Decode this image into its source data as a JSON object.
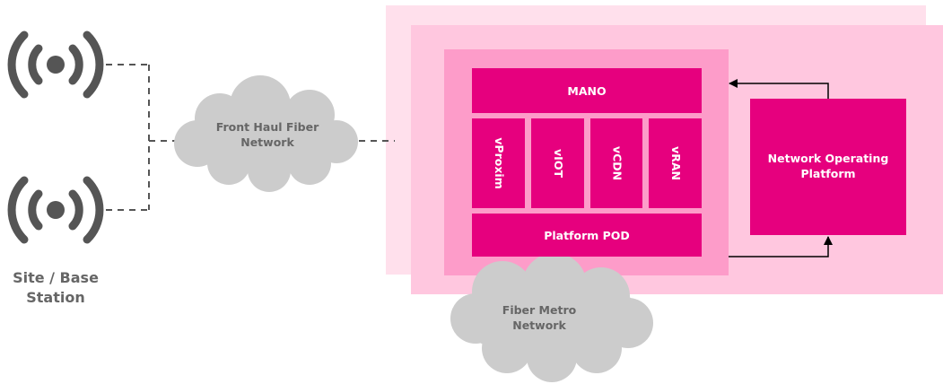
{
  "site": {
    "label_line1": "Site / Base",
    "label_line2": "Station",
    "icon": "antenna-broadcast-icon"
  },
  "front_haul": {
    "label_line1": "Front Haul Fiber",
    "label_line2": "Network"
  },
  "metro": {
    "label_line1": "Fiber Metro",
    "label_line2": "Network"
  },
  "mano": {
    "label": "MANO"
  },
  "vnfs": [
    {
      "label": "vProxim"
    },
    {
      "label": "vIOT"
    },
    {
      "label": "vCDN"
    },
    {
      "label": "vRAN"
    }
  ],
  "platform_pod": {
    "label": "Platform POD"
  },
  "nop": {
    "label_line1": "Network Operating",
    "label_line2": "Platform"
  },
  "colors": {
    "magenta": "#e6007e",
    "pink_mid": "#fd9cc9",
    "pink_light": "#ffc7df",
    "pink_lighter": "#ffe0ec",
    "cloud_gray": "#cccccc",
    "label_gray": "#666666",
    "line": "#333333"
  }
}
